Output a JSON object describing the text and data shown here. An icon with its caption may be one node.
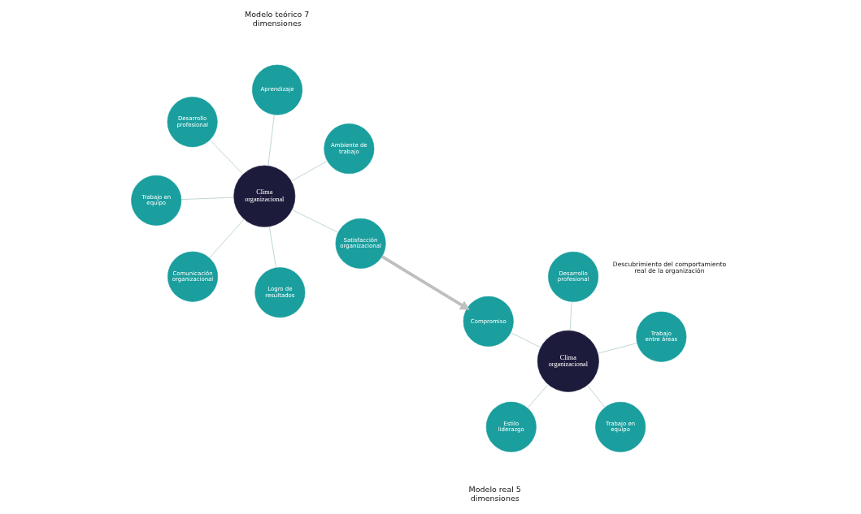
{
  "diagram": {
    "nodes": [
      {
        "text": [
          "Clima organizacional"
        ]
      },
      {
        "text": [
          "Aprendizaje"
        ]
      },
      {
        "text": [
          "Ambiente de trabajo"
        ]
      },
      {
        "text": [
          "Satisfacción organizacional"
        ]
      },
      {
        "text": [
          "Logro de resultados"
        ]
      },
      {
        "text": [
          "Comunicación organizacional"
        ]
      },
      {
        "text": [
          "Trabajo en equipo"
        ]
      },
      {
        "text": [
          "Desarrollo profesional"
        ]
      },
      {
        "text": [
          "Clima organizacional"
        ]
      },
      {
        "text": [
          "Estilo liderazgo"
        ]
      },
      {
        "text": [
          "Trabajo en equipo"
        ]
      },
      {
        "text": [
          "Trabajo entre áreas"
        ]
      },
      {
        "text": [
          "Desarrollo profesional"
        ]
      },
      {
        "text": [
          "Compromiso"
        ]
      }
    ],
    "edges": [
      {
        "from": 0,
        "to": 1,
        "arrow": "none"
      },
      {
        "from": 0,
        "to": 2,
        "arrow": "none"
      },
      {
        "from": 0,
        "to": 3,
        "arrow": "none"
      },
      {
        "from": 0,
        "to": 4,
        "arrow": "none"
      },
      {
        "from": 0,
        "to": 5,
        "arrow": "none"
      },
      {
        "from": 0,
        "to": 6,
        "arrow": "none"
      },
      {
        "from": 0,
        "to": 7,
        "arrow": "none"
      },
      {
        "from": 8,
        "to": 9,
        "arrow": "none"
      },
      {
        "from": 8,
        "to": 10,
        "arrow": "none"
      },
      {
        "from": 8,
        "to": 11,
        "arrow": "none"
      },
      {
        "from": 8,
        "to": 12,
        "arrow": "none"
      },
      {
        "from": 8,
        "to": 13,
        "arrow": "none"
      },
      {
        "from": 3,
        "to": 13,
        "arrow": "to",
        "style": "thick",
        "color": "#bfbfbf"
      }
    ],
    "labels": [
      "Modelo teórico 7 dimensiones",
      "Modelo real 5 dimensiones",
      "Descubrimiento del comportamiento real de la organización"
    ]
  }
}
